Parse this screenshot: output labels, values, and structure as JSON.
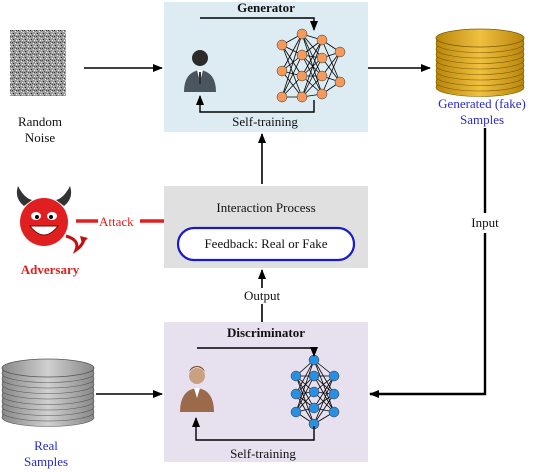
{
  "generator": {
    "title": "Generator",
    "loop_label": "Self-training"
  },
  "noise": {
    "label_line1": "Random",
    "label_line2": "Noise"
  },
  "generated_samples": {
    "label_line1": "Generated (fake)",
    "label_line2": "Samples",
    "color": "#2a2acb"
  },
  "interaction": {
    "title": "Interaction Process",
    "feedback": "Feedback: Real or Fake"
  },
  "adversary": {
    "label": "Adversary",
    "attack_label": "Attack",
    "color": "#e02020"
  },
  "edges": {
    "input_label": "Input",
    "output_label": "Output"
  },
  "discriminator": {
    "title": "Discriminator",
    "loop_label": "Self-training"
  },
  "real_samples": {
    "label_line1": "Real",
    "label_line2": "Samples",
    "color": "#2a2acb"
  },
  "colors": {
    "generator_box": "#dcecf2",
    "discriminator_box": "#e6e0ef",
    "interaction_box": "#e0e0e0",
    "feedback_border": "#1a1acb",
    "gen_nodes": "#f59a5a",
    "disc_nodes": "#2a8fe0"
  }
}
